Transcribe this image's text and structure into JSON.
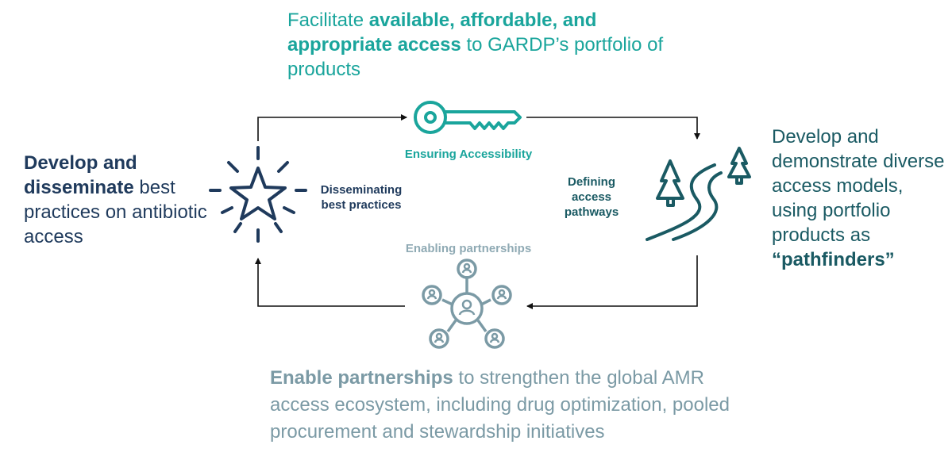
{
  "top_text": {
    "part1": "Facilitate ",
    "bold1": "available, affordable, and appropriate access",
    "part2": " to GARDP’s portfolio of products"
  },
  "left_text": {
    "bold1": "Develop and disseminate",
    "part1": " best practices on antibiotic access"
  },
  "right_text": {
    "part1": "Develop and demonstrate diverse access models, using portfolio products as ",
    "bold1": "“pathfinders”"
  },
  "bottom_text": {
    "bold1": "Enable partnerships",
    "part1": " to strengthen the global AMR access ecosystem, including drug optimization, pooled procurement and stewardship initiatives"
  },
  "labels": {
    "ensuring_accessibility": "Ensuring Accessibility",
    "disseminating_best_practices": "Disseminating best practices",
    "defining_access_pathways": "Defining access pathways",
    "enabling_partnerships": "Enabling partnerships"
  },
  "icons": {
    "key": "key-icon",
    "star": "star-burst-icon",
    "pathway": "trees-road-icon",
    "network": "partner-network-icon"
  },
  "colors": {
    "teal": "#1aa59c",
    "navy": "#1f3a5c",
    "dark_teal": "#1a5a63",
    "grey_blue": "#7b9aa5"
  }
}
